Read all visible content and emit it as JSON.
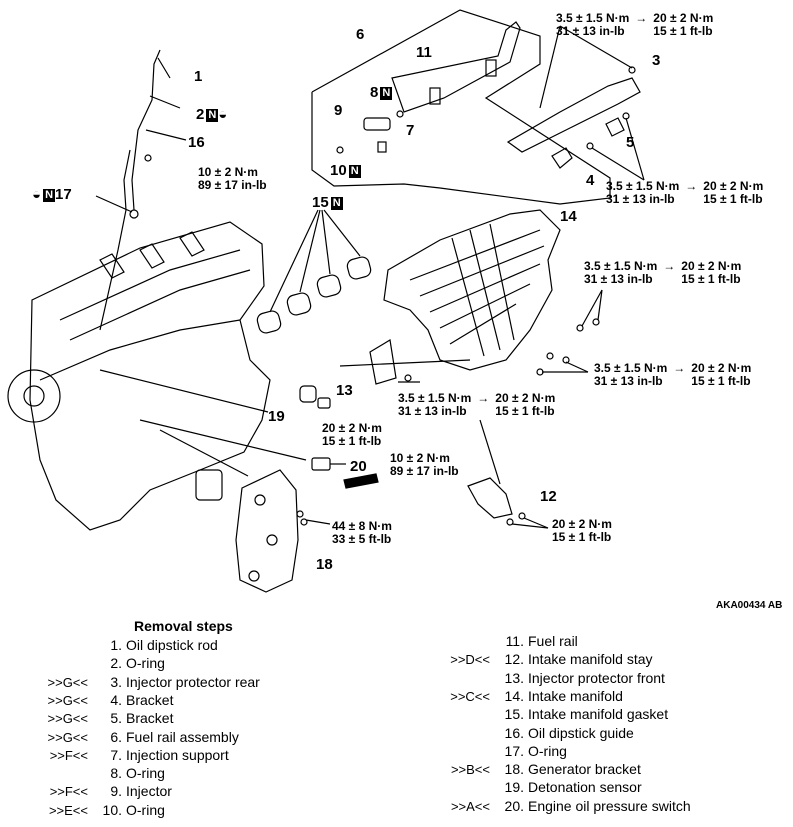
{
  "callouts": {
    "c1": "1",
    "c2": "2",
    "c3": "3",
    "c4": "4",
    "c5": "5",
    "c6": "6",
    "c7": "7",
    "c8": "8",
    "c9": "9",
    "c10": "10",
    "c11": "11",
    "c12": "12",
    "c13": "13",
    "c14": "14",
    "c15": "15",
    "c16": "16",
    "c17": "17",
    "c18": "18",
    "c19": "19",
    "c20": "20",
    "badge_n": "N"
  },
  "torques": {
    "t_small_nm": "3.5 ± 1.5 N·m",
    "t_small_in": "31 ± 13 in-lb",
    "t_20_nm": "20 ± 2 N·m",
    "t_15_ft": "15 ± 1 ft-lb",
    "t_10_nm": "10 ± 2 N·m",
    "t_89_in": "89 ± 17 in-lb",
    "t_44_nm": "44 ± 8 N·m",
    "t_33_ft": "33 ± 5 ft-lb",
    "arrow": "→"
  },
  "figure_ref": "AKA00434 AB",
  "removal": {
    "title": "Removal steps",
    "left": [
      {
        "code": "",
        "num": "1.",
        "label": "Oil dipstick rod"
      },
      {
        "code": "",
        "num": "2.",
        "label": "O-ring"
      },
      {
        "code": ">>G<<",
        "num": "3.",
        "label": "Injector protector rear"
      },
      {
        "code": ">>G<<",
        "num": "4.",
        "label": "Bracket"
      },
      {
        "code": ">>G<<",
        "num": "5.",
        "label": "Bracket"
      },
      {
        "code": ">>G<<",
        "num": "6.",
        "label": "Fuel rail assembly"
      },
      {
        "code": ">>F<<",
        "num": "7.",
        "label": "Injection support"
      },
      {
        "code": "",
        "num": "8.",
        "label": "O-ring"
      },
      {
        "code": ">>F<<",
        "num": "9.",
        "label": "Injector"
      },
      {
        "code": ">>E<<",
        "num": "10.",
        "label": "O-ring"
      }
    ],
    "right": [
      {
        "code": "",
        "num": "11.",
        "label": "Fuel rail"
      },
      {
        "code": ">>D<<",
        "num": "12.",
        "label": "Intake manifold stay"
      },
      {
        "code": "",
        "num": "13.",
        "label": "Injector protector front"
      },
      {
        "code": ">>C<<",
        "num": "14.",
        "label": "Intake manifold"
      },
      {
        "code": "",
        "num": "15.",
        "label": "Intake manifold gasket"
      },
      {
        "code": "",
        "num": "16.",
        "label": "Oil dipstick guide"
      },
      {
        "code": "",
        "num": "17.",
        "label": "O-ring"
      },
      {
        "code": ">>B<<",
        "num": "18.",
        "label": "Generator bracket"
      },
      {
        "code": "",
        "num": "19.",
        "label": "Detonation sensor"
      },
      {
        "code": ">>A<<",
        "num": "20.",
        "label": "Engine oil pressure switch"
      }
    ]
  }
}
